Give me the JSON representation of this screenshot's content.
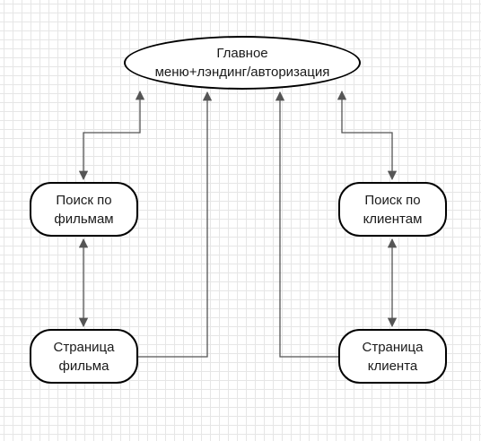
{
  "nodes": {
    "main": {
      "line1": "Главное",
      "line2": "меню+лэндинг/авторизация"
    },
    "search_films": {
      "line1": "Поиск по",
      "line2": "фильмам"
    },
    "search_clients": {
      "line1": "Поиск по",
      "line2": "клиентам"
    },
    "film_page": {
      "line1": "Страница",
      "line2": "фильма"
    },
    "client_page": {
      "line1": "Страница",
      "line2": "клиента"
    }
  },
  "colors": {
    "node_border": "#000000",
    "edge": "#555555",
    "grid": "#e6e6e6",
    "background": "#ffffff"
  }
}
